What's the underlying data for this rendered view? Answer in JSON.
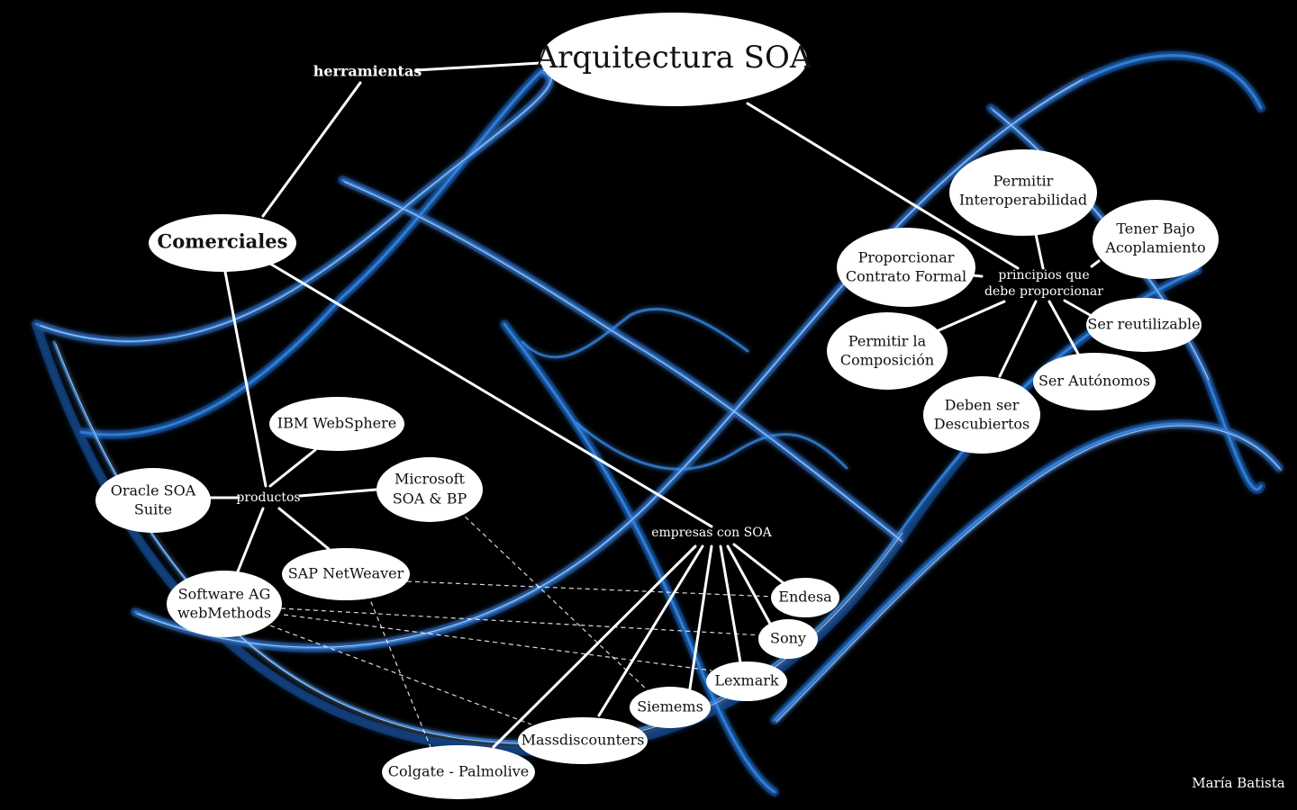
{
  "title": "Arquitectura SOA",
  "author": "María Batista",
  "labels": {
    "herramientas": "herramientas",
    "productos": "productos",
    "empresas": "empresas con SOA",
    "principios_1": "principios que",
    "principios_2": "debe proporcionar"
  },
  "nodes": {
    "comerciales": "Comerciales",
    "ibm": "IBM WebSphere",
    "oracle_1": "Oracle SOA",
    "oracle_2": "Suite",
    "microsoft_1": "Microsoft",
    "microsoft_2": "SOA & BP",
    "sap": "SAP NetWeaver",
    "softwareag_1": "Software AG",
    "softwareag_2": "webMethods",
    "endesa": "Endesa",
    "sony": "Sony",
    "lexmark": "Lexmark",
    "siemems": "Siemems",
    "massdiscounters": "Massdiscounters",
    "colgate": "Colgate - Palmolive",
    "interop_1": "Permitir",
    "interop_2": "Interoperabilidad",
    "acopl_1": "Tener Bajo",
    "acopl_2": "Acoplamiento",
    "contrato_1": "Proporcionar",
    "contrato_2": "Contrato Formal",
    "reutil": "Ser reutilizable",
    "compos_1": "Permitir la",
    "compos_2": "Composición",
    "autonomos": "Ser Autónomos",
    "descub_1": "Deben ser",
    "descub_2": "Descubiertos"
  },
  "colors": {
    "background": "#000000",
    "node_fill": "#ffffff",
    "edge": "#ffffff",
    "fractal_glow": "#1e6fd9",
    "fractal_core": "#9fd3ff"
  }
}
